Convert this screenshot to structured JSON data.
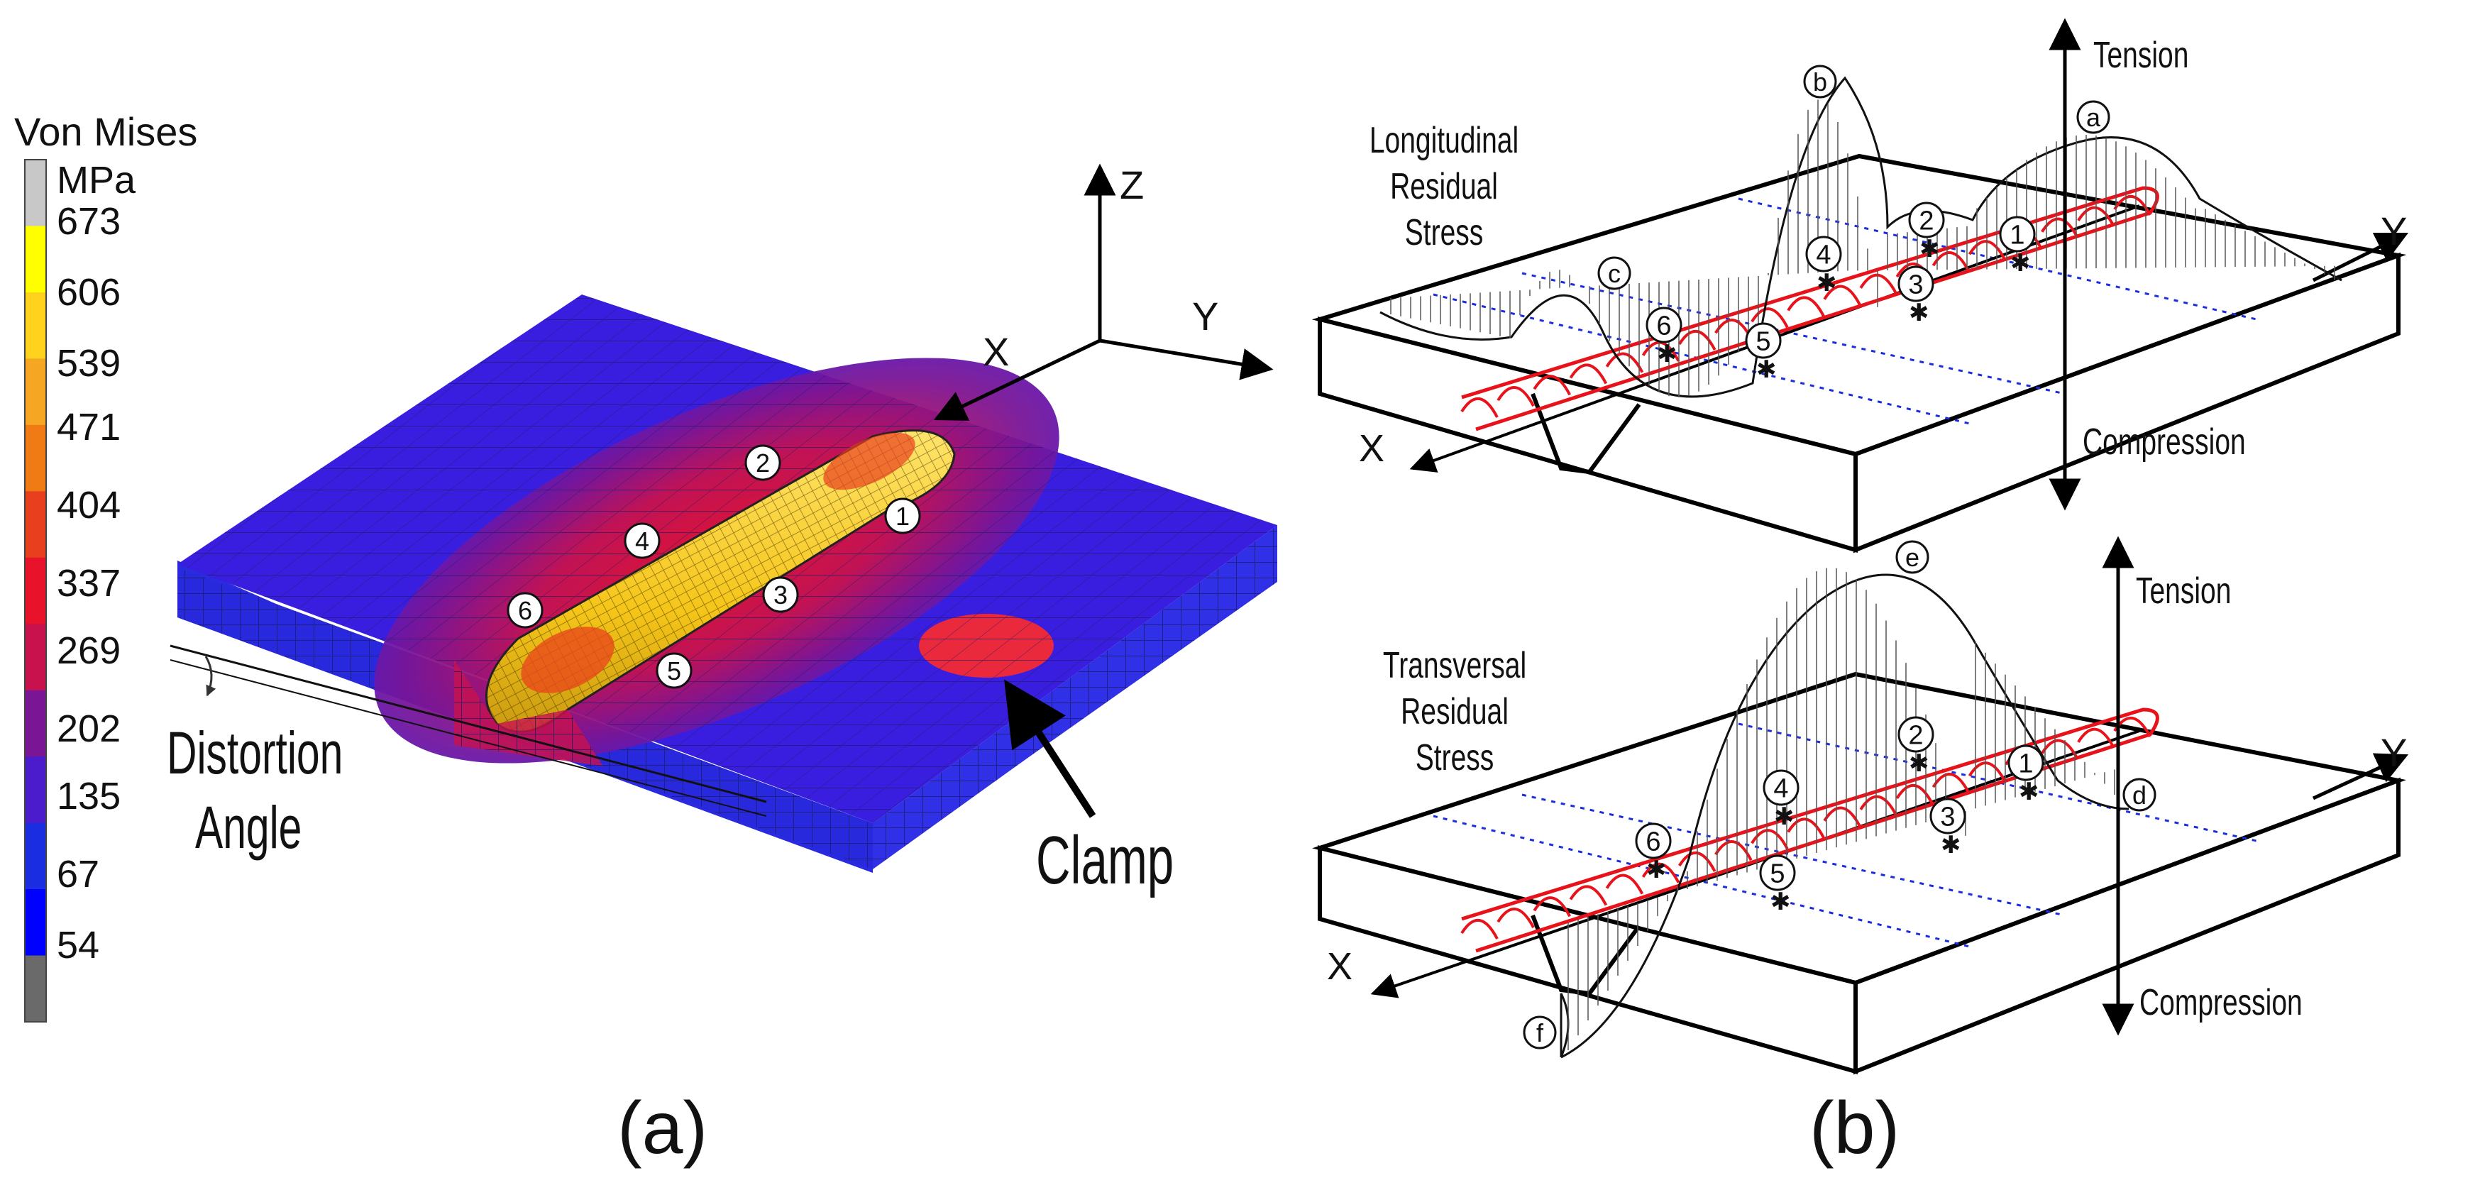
{
  "legend": {
    "title": "Von Mises",
    "unit": "MPa",
    "ticks": [
      "673",
      "606",
      "539",
      "471",
      "404",
      "337",
      "269",
      "202",
      "135",
      "67",
      "54"
    ],
    "colors": [
      "#c8c8c8",
      "#ffff00",
      "#ffd21e",
      "#f5a623",
      "#f07a14",
      "#e8401e",
      "#e8132a",
      "#c8124d",
      "#7a1596",
      "#4a1ccc",
      "#1a2de0",
      "#0000ff",
      "#6a6a6a"
    ]
  },
  "panel_a": {
    "caption": "(a)",
    "axes": {
      "z": "Z",
      "y": "Y",
      "x": "X"
    },
    "points": [
      "1",
      "2",
      "3",
      "4",
      "5",
      "6"
    ],
    "distortion": [
      "Distortion",
      "Angle"
    ],
    "clamp": "Clamp"
  },
  "panel_b": {
    "caption": "(b)",
    "top": {
      "title": [
        "Longitudinal",
        "Residual",
        "Stress"
      ],
      "tension": "Tension",
      "compression": "Compression",
      "curve_labels": [
        "a",
        "b",
        "c"
      ],
      "axis_y": "Y",
      "axis_x": "X"
    },
    "bottom": {
      "title": [
        "Transversal",
        "Residual",
        "Stress"
      ],
      "tension": "Tension",
      "compression": "Compression",
      "curve_labels": [
        "d",
        "e",
        "f"
      ],
      "axis_y": "Y",
      "axis_x": "X"
    },
    "points": [
      "1",
      "2",
      "3",
      "4",
      "5",
      "6"
    ]
  }
}
